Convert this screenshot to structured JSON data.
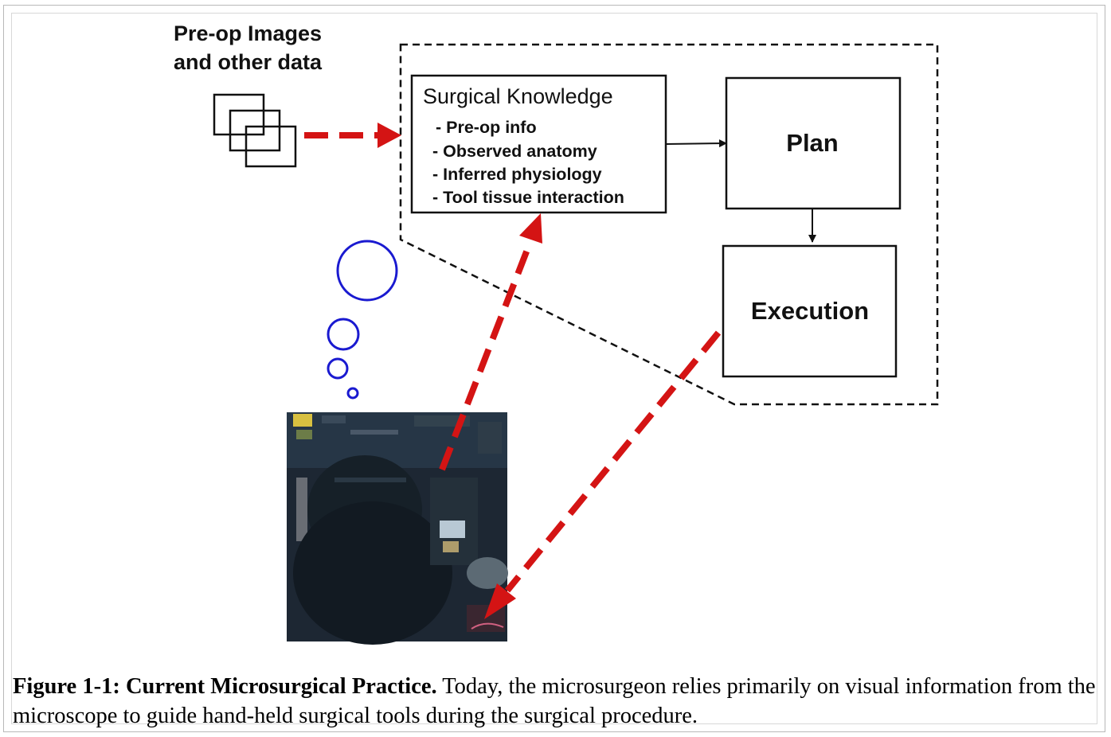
{
  "diagram": {
    "input_label_lines": [
      "Pre-op Images",
      "and other data"
    ],
    "knowledge_box": {
      "title": "Surgical Knowledge",
      "items": [
        "- Pre-op info",
        "- Observed anatomy",
        "- Inferred physiology",
        "- Tool tissue interaction"
      ]
    },
    "plan_label": "Plan",
    "execution_label": "Execution"
  },
  "caption": {
    "bold": "Figure 1-1: Current Microsurgical Practice.",
    "text": " Today, the microsurgeon relies primarily on visual information from the microscope to guide hand-held surgical tools during the surgical procedure."
  },
  "colors": {
    "arrow_red": "#d41414",
    "bubble_blue": "#1a1ad0",
    "outline": "#111111"
  }
}
